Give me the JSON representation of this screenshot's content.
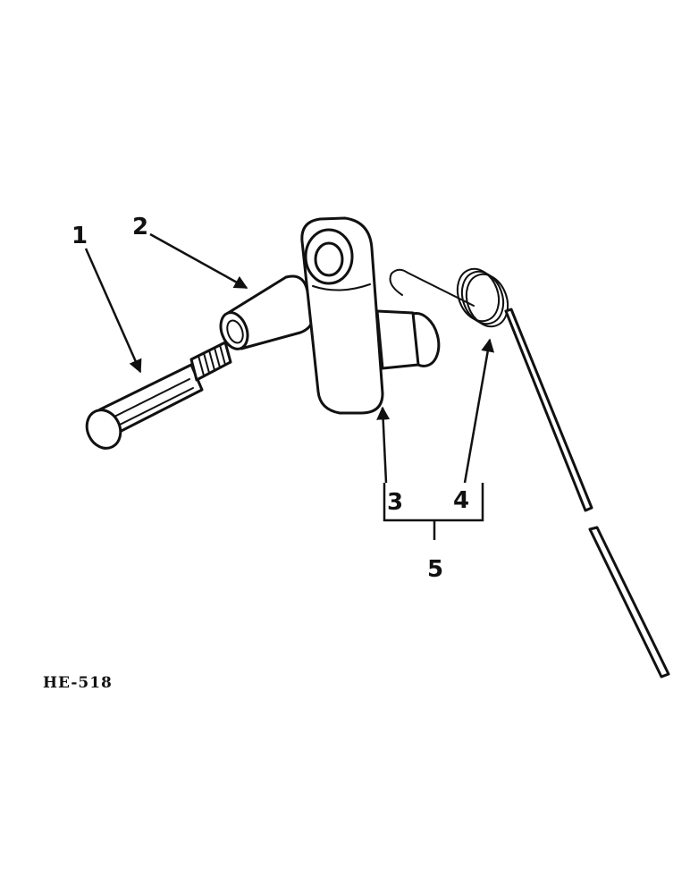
{
  "callouts": {
    "part1": "1",
    "part2": "2",
    "part3": "3",
    "part4": "4",
    "part5": "5"
  },
  "figure_reference": "HE-518"
}
